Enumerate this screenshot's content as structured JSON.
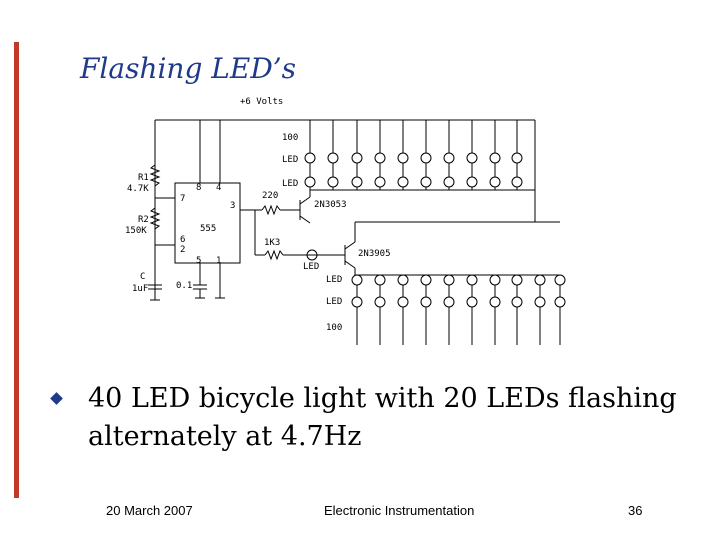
{
  "slide": {
    "title": "Flashing LED’s",
    "bullet": "40 LED bicycle light with 20 LEDs flashing alternately at 4.7Hz",
    "footer": {
      "date": "20 March 2007",
      "center": "Electronic Instrumentation",
      "page": "36"
    },
    "accent_color": "#c0392b",
    "title_color": "#1f3a8a"
  },
  "schematic": {
    "supply": "+6 Volts",
    "r_top": "100",
    "led_row_1": "LED",
    "led_row_2": "LED",
    "r1": "R1",
    "r1_value": "4.7K",
    "r2": "R2",
    "r2_value": "150K",
    "c": "C",
    "c_value": "1uF",
    "c2_value": "0.1",
    "ic": "555",
    "pin_8": "8",
    "pin_4": "4",
    "pin_7": "7",
    "pin_3": "3",
    "pin_6": "6",
    "pin_2": "2",
    "pin_5": "5",
    "pin_1": "1",
    "r_base1": "220",
    "q1": "2N3053",
    "r_base2": "1K3",
    "q2": "2N3905",
    "led_indicator": "LED",
    "led_row_3": "LED",
    "led_row_4": "LED",
    "r_bottom": "100"
  }
}
